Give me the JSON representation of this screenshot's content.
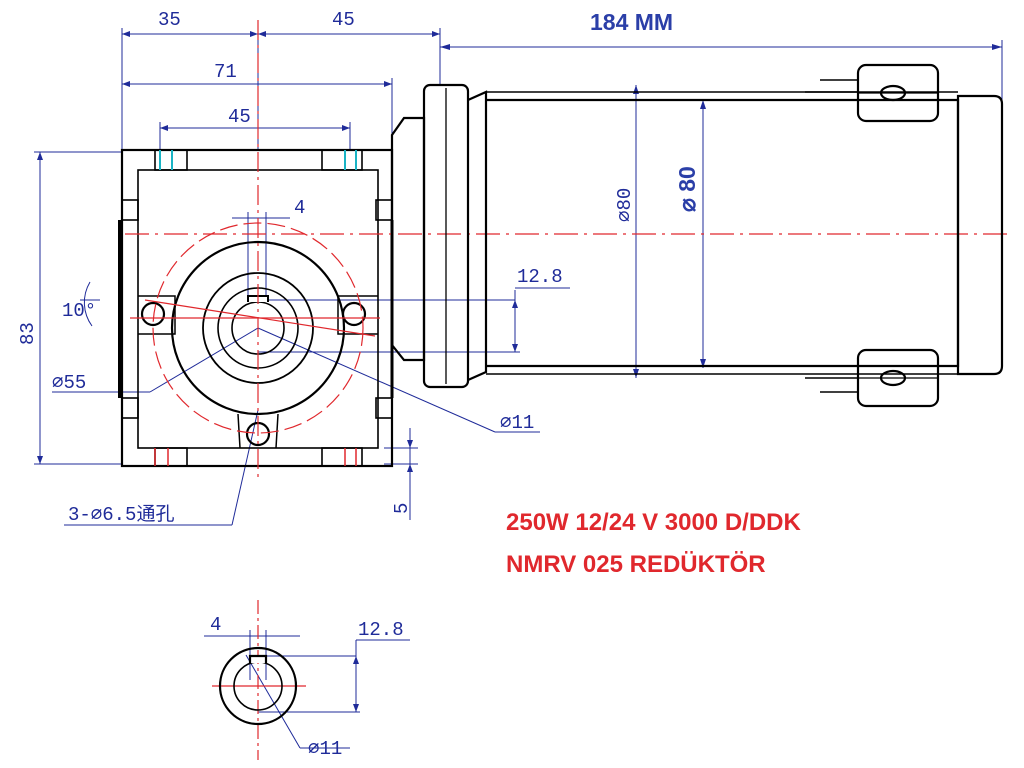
{
  "dimensions": {
    "top_left": "35",
    "top_right": "45",
    "total_length": "184 MM",
    "gearbox_width": "71",
    "mount_spacing": "45",
    "key_width": "4",
    "key_height": "12.8",
    "tilt": "10°",
    "height": "83",
    "flange_dia": "⌀55",
    "bore_dia": "⌀11",
    "holes": "3-⌀6.5通孔",
    "foot": "5",
    "motor_dia_small": "⌀80",
    "motor_dia": "⌀ 80"
  },
  "detail": {
    "key_width": "4",
    "key_height": "12.8",
    "bore_dia": "⌀11"
  },
  "product": {
    "line1": "250W 12/24 V 3000 D/DDK",
    "line2": "NMRV 025 REDÜKTÖR"
  },
  "colors": {
    "outline": "#000000",
    "dimension": "#1f2b99",
    "centerline": "#e0282d",
    "cyan": "#19b3c4",
    "title_red": "#e0282d"
  }
}
